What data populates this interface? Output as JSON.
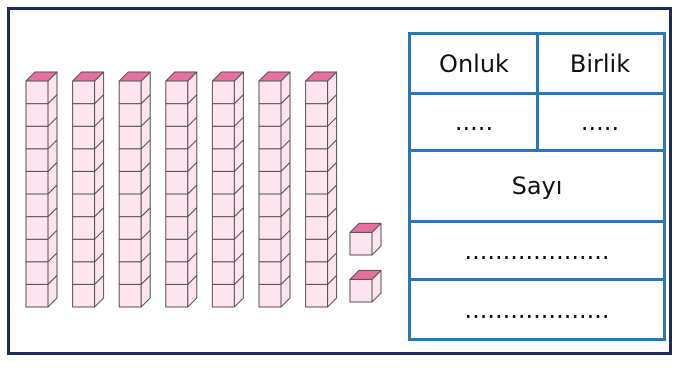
{
  "table": {
    "col_headers": [
      "Onluk",
      "Birlik"
    ],
    "col_placeholders": [
      ".....",
      "....."
    ],
    "number_label": "Sayı",
    "answer_line_1": "...................",
    "answer_line_2": "..................."
  },
  "blocks": {
    "tens_rods": 7,
    "units_per_rod": 10,
    "ones_cubes": 2,
    "top_face_color": "#e76fa1",
    "face_color": "#fde4ee",
    "edge_color": "#555555"
  }
}
